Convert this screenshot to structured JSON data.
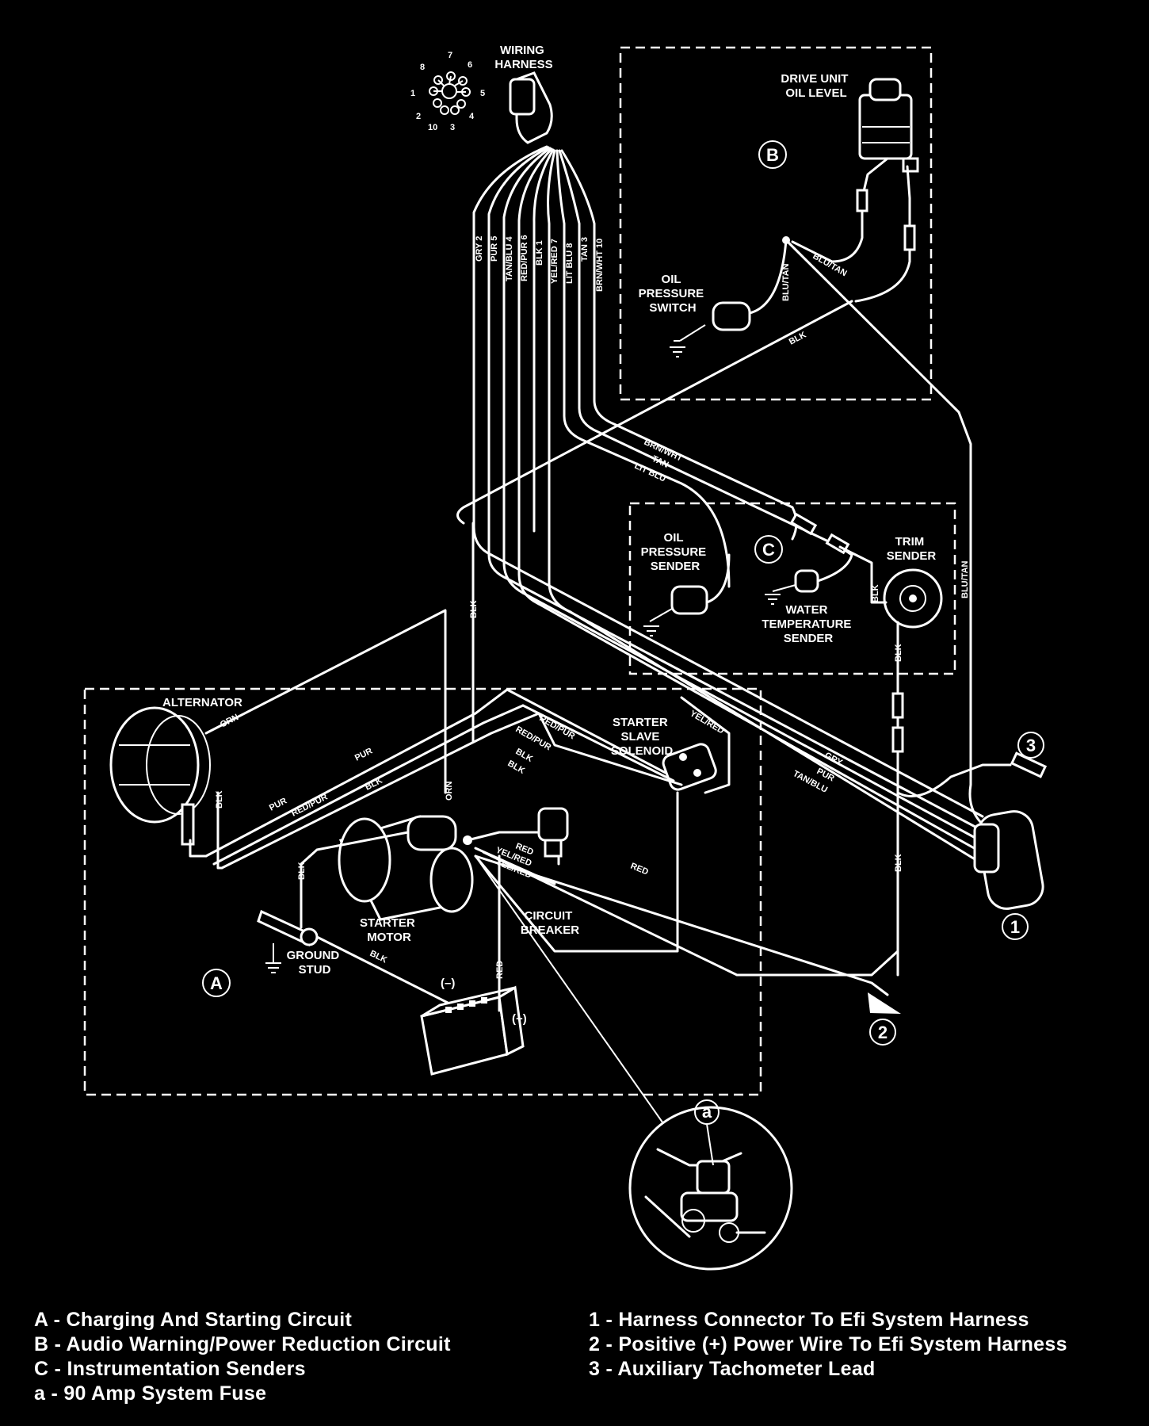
{
  "labels": {
    "wiring_harness": [
      "WIRING",
      "HARNESS"
    ],
    "drive_unit_oil_level": [
      "DRIVE UNIT",
      "OIL LEVEL"
    ],
    "oil_pressure_switch": [
      "OIL",
      "PRESSURE",
      "SWITCH"
    ],
    "oil_pressure_sender": [
      "OIL",
      "PRESSURE",
      "SENDER"
    ],
    "water_temperature_sender": [
      "WATER",
      "TEMPERATURE",
      "SENDER"
    ],
    "trim_sender": [
      "TRIM",
      "SENDER"
    ],
    "alternator": "ALTERNATOR",
    "starter_slave_solenoid": [
      "STARTER",
      "SLAVE",
      "SOLENOID"
    ],
    "starter_motor": [
      "STARTER",
      "MOTOR"
    ],
    "ground_stud": [
      "GROUND",
      "STUD"
    ],
    "circuit_breaker": [
      "CIRCUIT",
      "BREAKER"
    ],
    "battery_negative": "(–)",
    "battery_positive": "(+)"
  },
  "callouts": {
    "A": "A",
    "B": "B",
    "C": "C",
    "a": "a",
    "one": "1",
    "two": "2",
    "three": "3"
  },
  "connector_pins": [
    "8",
    "7",
    "6",
    "1",
    "5",
    "2",
    "4",
    "10",
    "3"
  ],
  "harness_wires": [
    "GRY 2",
    "PUR 5",
    "TAN/BLU 4",
    "RED/PUR 6",
    "BLK 1",
    "YEL/RED 7",
    "LIT BLU 8",
    "TAN 3",
    "BRN/WHT 10"
  ],
  "wire_labels": {
    "blu_tan": "BLU/TAN",
    "blk": "BLK",
    "brn_wht": "BRN/WHT",
    "tan": "TAN",
    "lit_blu": "LIT BLU",
    "orn": "ORN",
    "pur": "PUR",
    "red_pur": "RED/PUR",
    "yel_red": "YEL/RED",
    "red": "RED",
    "gry": "GRY",
    "tan_blu": "TAN/BLU"
  },
  "legend": {
    "left": [
      "A - Charging And Starting Circuit",
      "B - Audio Warning/Power Reduction Circuit",
      "C - Instrumentation Senders",
      "a - 90 Amp System Fuse"
    ],
    "right": [
      "1 - Harness Connector To Efi System Harness",
      "2 - Positive (+) Power Wire To Efi System Harness",
      "3 - Auxiliary Tachometer Lead"
    ]
  }
}
